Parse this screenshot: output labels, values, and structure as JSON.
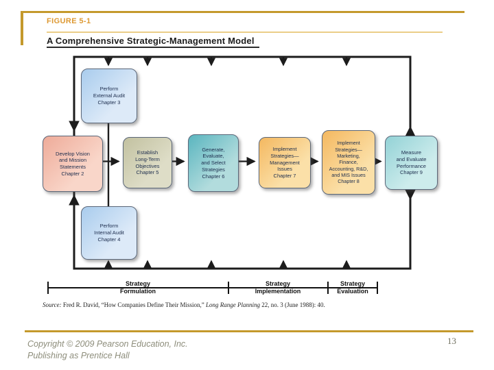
{
  "slide": {
    "figure_label": "FIGURE 5-1",
    "title": "A Comprehensive Strategic-Management Model",
    "page_number": "13",
    "copyright": "Copyright © 2009 Pearson Education, Inc.\nPublishing as Prentice Hall"
  },
  "diagram": {
    "boxes": [
      {
        "id": "perform-external-audit",
        "text": "Perform\nExternal Audit\nChapter 3",
        "palette": "blue"
      },
      {
        "id": "develop-vision-mission",
        "text": "Develop Vision\nand Mission\nStatements\nChapter 2",
        "palette": "salmon"
      },
      {
        "id": "establish-long-term-objectives",
        "text": "Establish\nLong-Term\nObjectives\nChapter 5",
        "palette": "olive"
      },
      {
        "id": "generate-evaluate-select-strategies",
        "text": "Generate,\nEvaluate,\nand Select\nStrategies\nChapter 6",
        "palette": "teal"
      },
      {
        "id": "implement-strategies-management",
        "text": "Implement\nStrategies—\nManagement\nIssues\nChapter 7",
        "palette": "orange"
      },
      {
        "id": "implement-strategies-functional",
        "text": "Implement\nStrategies—\nMarketing,\nFinance,\nAccounting, R&D,\nand MIS Issues\nChapter 8",
        "palette": "orange"
      },
      {
        "id": "measure-evaluate-performance",
        "text": "Measure\nand Evaluate\nPerformance\nChapter 9",
        "palette": "teal_light"
      },
      {
        "id": "perform-internal-audit",
        "text": "Perform\nInternal Audit\nChapter 4",
        "palette": "blue"
      }
    ],
    "phases": [
      {
        "label": "Strategy\nFormulation"
      },
      {
        "label": "Strategy\nImplementation"
      },
      {
        "label": "Strategy\nEvaluation"
      }
    ],
    "source": {
      "prefix": "Source:",
      "citation_before_journal": " Fred R. David, “How Companies Define Their Mission,” ",
      "journal": "Long Range Planning",
      "citation_after_journal": " 22, no. 3 (June 1988): 40."
    }
  },
  "colors": {
    "accent_gold": "#C4992C",
    "accent_gold_light": "#EACD87",
    "figure_label_color": "#DD9933",
    "diagram_line": "#1c1c1c",
    "footer_text": "#8d8d7b",
    "palettes": {
      "blue": [
        "#a9cced",
        "#ddeaf8"
      ],
      "salmon": [
        "#eeab99",
        "#f9d6c9"
      ],
      "olive": [
        "#c2c1a0",
        "#deddc7"
      ],
      "teal": [
        "#5ab5bf",
        "#b2dcdd"
      ],
      "orange": [
        "#f4b860",
        "#fbe0a8"
      ],
      "teal_light": [
        "#93d2d6",
        "#cdecec"
      ]
    }
  }
}
